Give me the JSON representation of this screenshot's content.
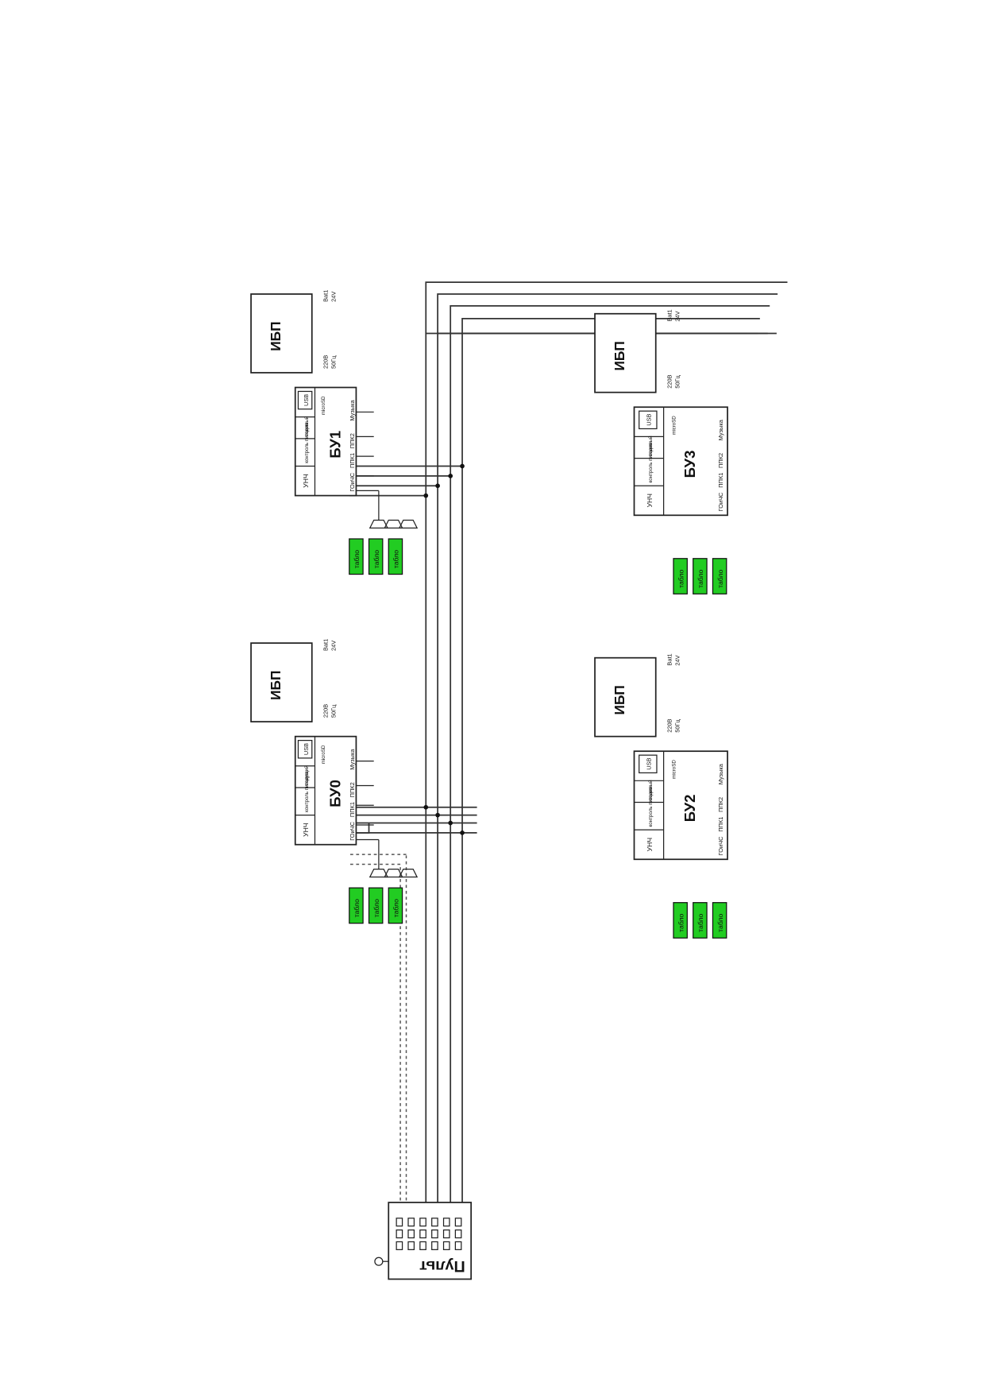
{
  "diagram": {
    "control_units": [
      {
        "id": "bu0",
        "name": "БУ0",
        "ports": {
          "unch": "УНЧ",
          "power_control": "контроль питания",
          "goch": "ГОиЧС",
          "ppk1": "ППК1",
          "ppk2": "ППК2",
          "music": "Музыка",
          "sd": "microSD",
          "usb": "USB",
          "lead": "ведущий",
          "lead_port": "",
          "slave_port": ""
        }
      },
      {
        "id": "bu1",
        "name": "БУ1",
        "ports": {
          "unch": "УНЧ",
          "power_control": "контроль питания",
          "goch": "ГОиЧС",
          "ppk1": "ППК1",
          "ppk2": "ППК2",
          "music": "Музыка",
          "sd": "microSD",
          "usb": "USB",
          "lead": "ведомый",
          "lead_port": "",
          "slave_port": ""
        }
      },
      {
        "id": "bu2",
        "name": "БУ2",
        "ports": {
          "unch": "УНЧ",
          "power_control": "контроль питания",
          "goch": "ГОиЧС",
          "ppk1": "ППК1",
          "ppk2": "ППК2",
          "music": "Музыка",
          "sd": "microSD",
          "usb": "USB",
          "lead": "ведомый",
          "lead_port": "",
          "slave_port": ""
        }
      },
      {
        "id": "bu3",
        "name": "БУ3",
        "ports": {
          "unch": "УНЧ",
          "power_control": "контроль питания",
          "goch": "ГОиЧС",
          "ppk1": "ППК1",
          "ppk2": "ППК2",
          "music": "Музыка",
          "sd": "microSD",
          "usb": "USB",
          "lead": "ведомый",
          "lead_port": "",
          "slave_port": ""
        }
      }
    ],
    "power_supplies": [
      {
        "id": "ibp0",
        "name": "ИБП",
        "battery": "Bat1",
        "voltage": "24V",
        "mains": "220В",
        "mains_freq": "50Гц"
      },
      {
        "id": "ibp1",
        "name": "ИБП",
        "battery": "Bat1",
        "voltage": "24V",
        "mains": "220В",
        "mains_freq": "50Гц"
      },
      {
        "id": "ibp2",
        "name": "ИБП",
        "battery": "Bat1",
        "voltage": "24V",
        "mains": "220В",
        "mains_freq": "50Гц"
      },
      {
        "id": "ibp3",
        "name": "ИБП",
        "battery": "Bat1",
        "voltage": "24V",
        "mains": "220В",
        "mains_freq": "50Гц"
      }
    ],
    "display_label": "табло",
    "console": {
      "name": "Пульт"
    }
  }
}
